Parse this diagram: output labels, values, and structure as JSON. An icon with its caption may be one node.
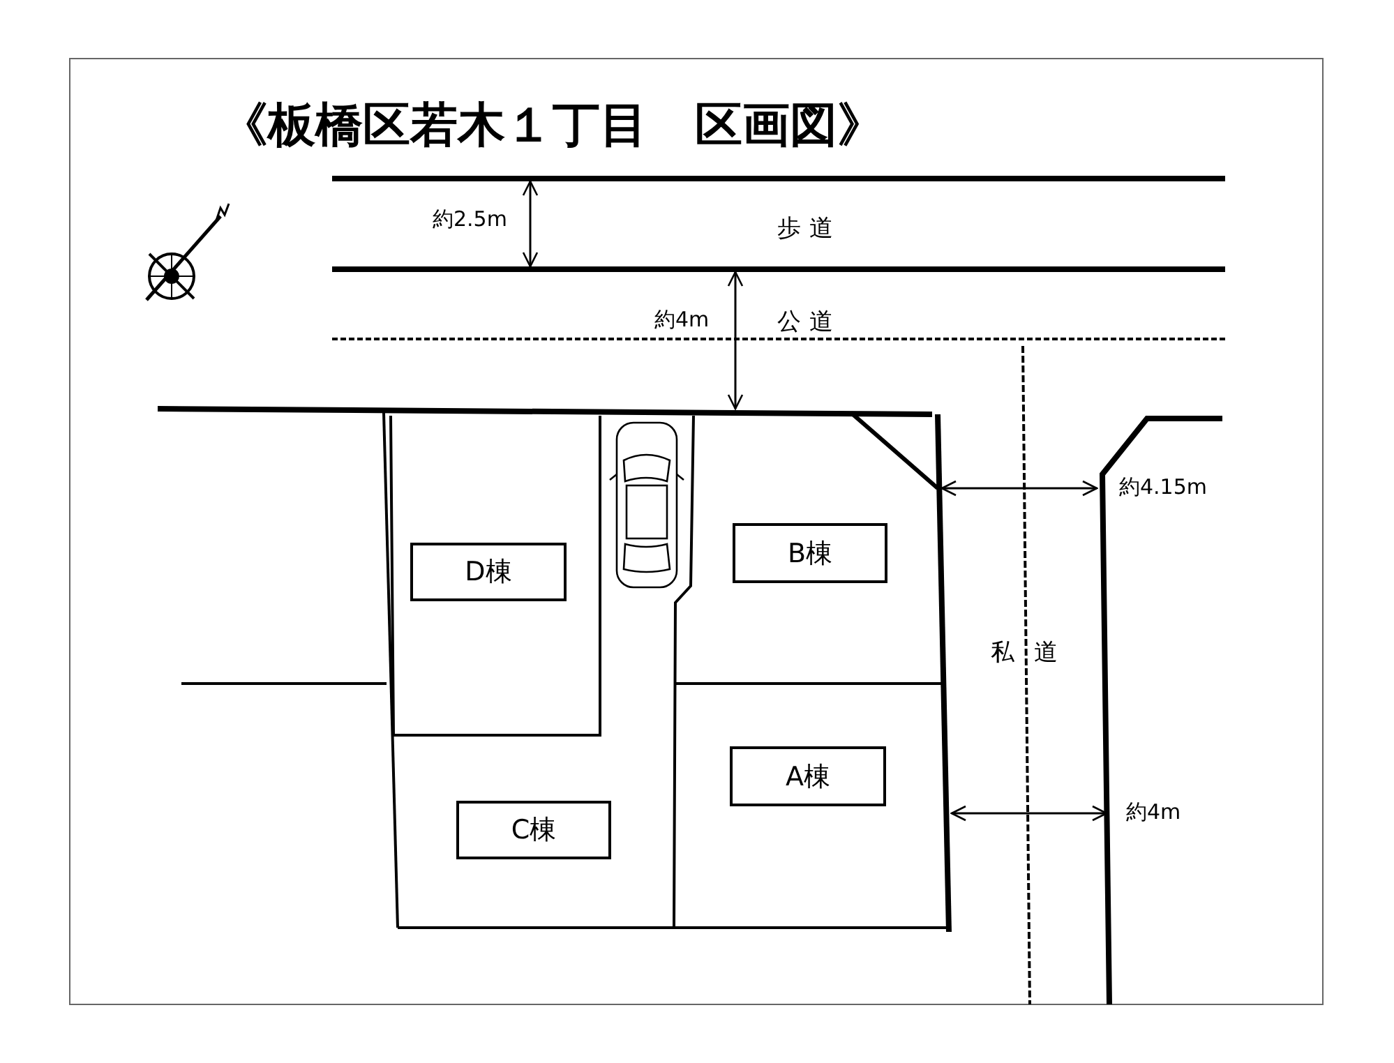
{
  "diagram": {
    "title": "《板橋区若木１丁目　区画図》",
    "nodes": [
      {
        "text": [
          "B棟"
        ]
      },
      {
        "text": [
          "D棟"
        ]
      },
      {
        "text": [
          "A棟"
        ]
      },
      {
        "text": [
          "C棟"
        ]
      }
    ],
    "labels": [
      "約2.5m",
      "歩道",
      "約4m",
      "公道",
      "約4.15m",
      "私道",
      "約4m"
    ]
  }
}
